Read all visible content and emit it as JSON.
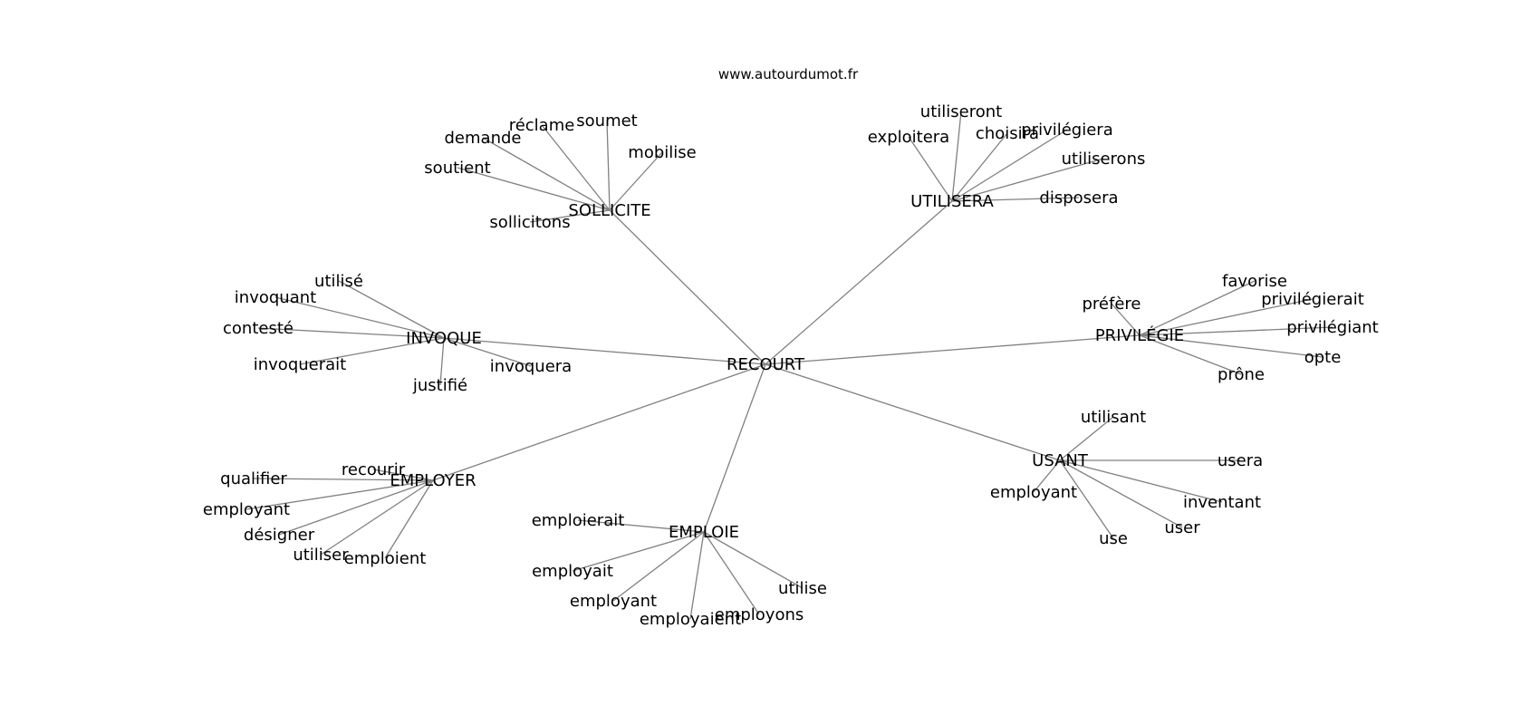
{
  "site": "www.autourdumot.fr",
  "root": "RECOURT",
  "clusters": [
    {
      "label": "SOLLICITE",
      "words": [
        "réclame",
        "soumet",
        "demande",
        "mobilise",
        "soutient",
        "sollicitons"
      ]
    },
    {
      "label": "UTILISERA",
      "words": [
        "utiliseront",
        "exploitera",
        "choisira",
        "privilégiera",
        "utiliserons",
        "disposera"
      ]
    },
    {
      "label": "INVOQUE",
      "words": [
        "utilisé",
        "invoquant",
        "contesté",
        "invoquerait",
        "justifié",
        "invoquera"
      ]
    },
    {
      "label": "PRIVILÉGIE",
      "words": [
        "favorise",
        "préfère",
        "privilégierait",
        "privilégiant",
        "opte",
        "prône"
      ]
    },
    {
      "label": "USANT",
      "words": [
        "utilisant",
        "usera",
        "employant",
        "inventant",
        "user",
        "use"
      ]
    },
    {
      "label": "EMPLOYER",
      "words": [
        "recourir",
        "qualifier",
        "employant",
        "désigner",
        "utiliser",
        "emploient"
      ]
    },
    {
      "label": "EMPLOIE",
      "words": [
        "emploierait",
        "employait",
        "employant",
        "employaient",
        "employons",
        "utilise"
      ]
    }
  ]
}
